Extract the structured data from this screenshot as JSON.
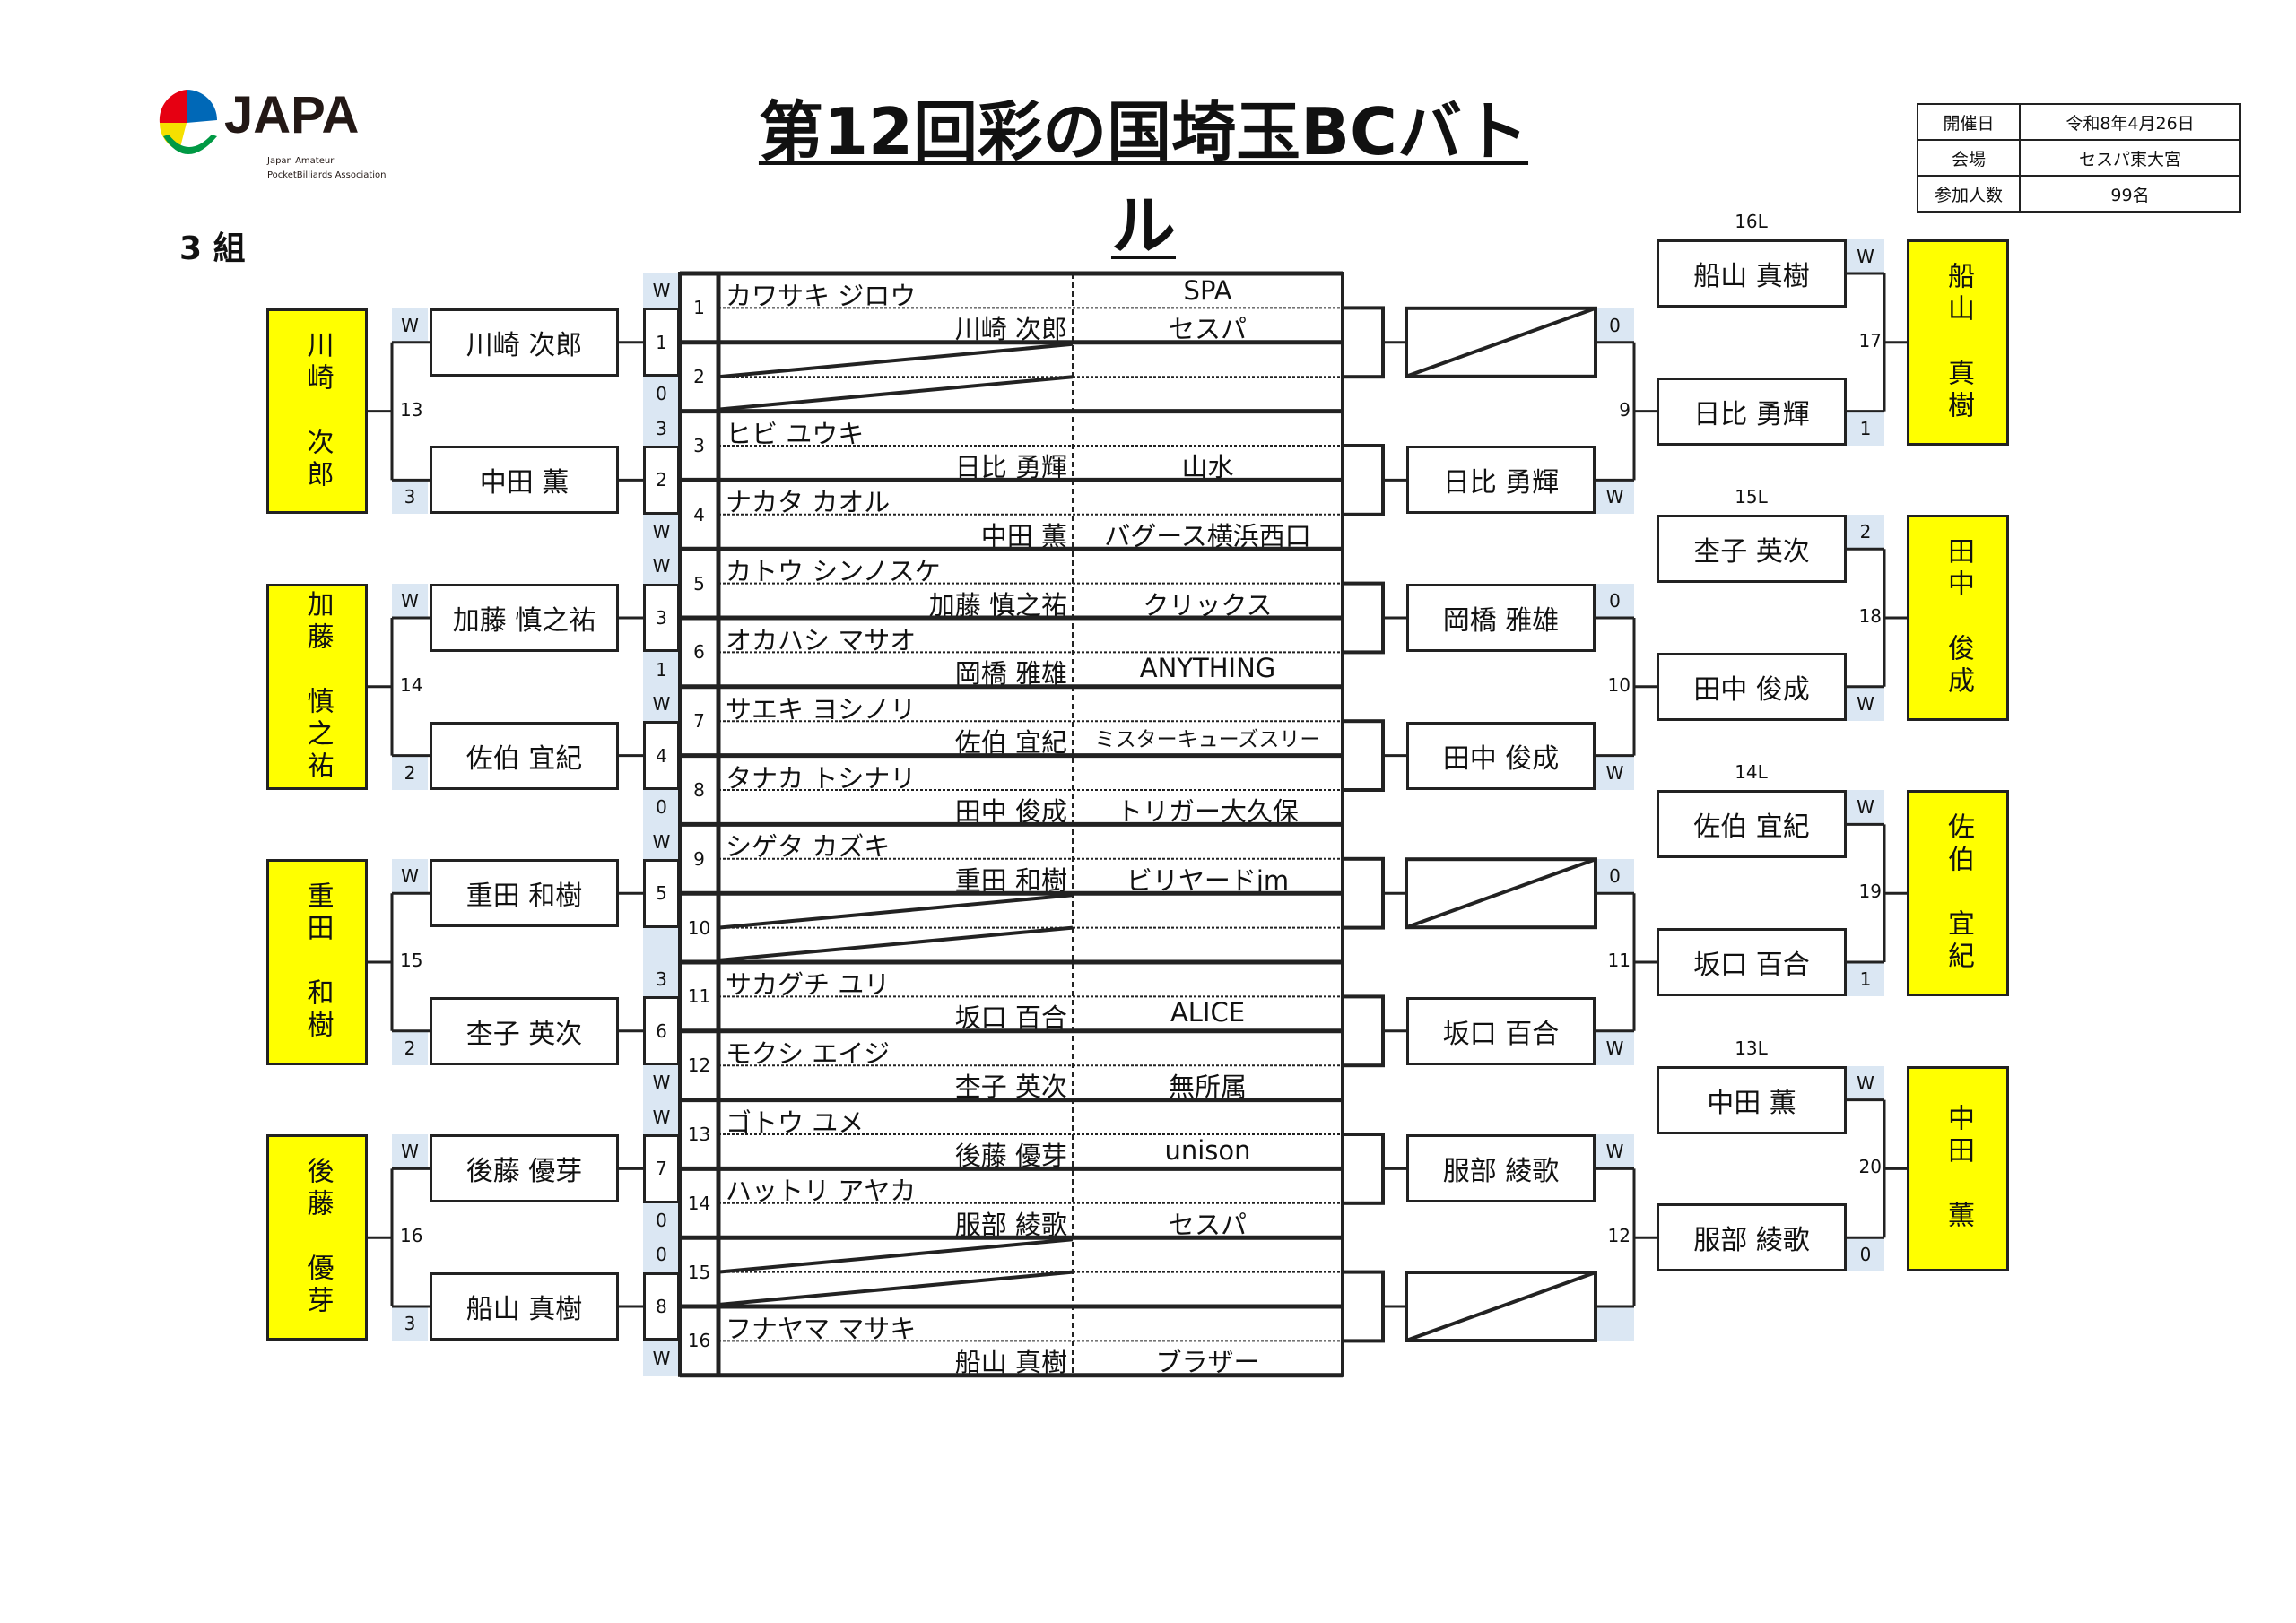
{
  "header": {
    "title": "第12回彩の国埼玉BCバトル",
    "group": "3 組",
    "logo_text": "JAPA",
    "logo_sub": [
      "Japan Amateur",
      "PocketBilliards Association"
    ],
    "info": [
      {
        "label": "開催日",
        "value": "令和8年4月26日"
      },
      {
        "label": "会場",
        "value": "セスパ東大宮"
      },
      {
        "label": "参加人数",
        "value": "99名"
      }
    ]
  },
  "colors": {
    "winner": "#ffff00",
    "score_cell": "#dbe7f3",
    "line": "#222222"
  },
  "slots": [
    {
      "no": "1",
      "kana": "カワサキ ジロウ",
      "name": "川崎 次郎",
      "club_top": "SPA",
      "club": "セスパ"
    },
    {
      "no": "2",
      "bye": true
    },
    {
      "no": "3",
      "kana": "ヒビ ユウキ",
      "name": "日比 勇輝",
      "club": "山水"
    },
    {
      "no": "4",
      "kana": "ナカタ カオル",
      "name": "中田 薫",
      "club": "バグース横浜西口"
    },
    {
      "no": "5",
      "kana": "カトウ シンノスケ",
      "name": "加藤 慎之祐",
      "club": "クリックス"
    },
    {
      "no": "6",
      "kana": "オカハシ マサオ",
      "name": "岡橋 雅雄",
      "club": "ANYTHING"
    },
    {
      "no": "7",
      "kana": "サエキ ヨシノリ",
      "name": "佐伯 宜紀",
      "club": "ミスターキューズスリー"
    },
    {
      "no": "8",
      "kana": "タナカ トシナリ",
      "name": "田中 俊成",
      "club": "トリガー大久保"
    },
    {
      "no": "9",
      "kana": "シゲタ カズキ",
      "name": "重田 和樹",
      "club": "ビリヤードjm"
    },
    {
      "no": "10",
      "bye": true
    },
    {
      "no": "11",
      "kana": "サカグチ ユリ",
      "name": "坂口 百合",
      "club": "ALICE"
    },
    {
      "no": "12",
      "kana": "モクシ エイジ",
      "name": "杢子 英次",
      "club": "無所属"
    },
    {
      "no": "13",
      "kana": "ゴトウ ユメ",
      "name": "後藤 優芽",
      "club": "unison"
    },
    {
      "no": "14",
      "kana": "ハットリ アヤカ",
      "name": "服部 綾歌",
      "club": "セスパ"
    },
    {
      "no": "15",
      "bye": true
    },
    {
      "no": "16",
      "kana": "フナヤマ マサキ",
      "name": "船山 真樹",
      "club": "ブラザー"
    }
  ],
  "round1": [
    {
      "match": "1",
      "top": "W",
      "bottom": "0"
    },
    {
      "match": "2",
      "top": "3",
      "bottom": "W"
    },
    {
      "match": "3",
      "top": "W",
      "bottom": "1"
    },
    {
      "match": "4",
      "top": "W",
      "bottom": "0"
    },
    {
      "match": "5",
      "top": "W",
      "bottom": ""
    },
    {
      "match": "6",
      "top": "3",
      "bottom": "W"
    },
    {
      "match": "7",
      "top": "W",
      "bottom": "0"
    },
    {
      "match": "8",
      "top": "0",
      "bottom": "W"
    }
  ],
  "winners_left": [
    {
      "match": "13",
      "top": {
        "name": "川崎 次郎",
        "score": "W"
      },
      "bottom": {
        "name": "中田 薫",
        "score": "3"
      },
      "winner": "川崎　次郎"
    },
    {
      "match": "14",
      "top": {
        "name": "加藤 慎之祐",
        "score": "W"
      },
      "bottom": {
        "name": "佐伯 宜紀",
        "score": "2"
      },
      "winner": "加藤　慎之祐"
    },
    {
      "match": "15",
      "top": {
        "name": "重田 和樹",
        "score": "W"
      },
      "bottom": {
        "name": "杢子 英次",
        "score": "2"
      },
      "winner": "重田　和樹"
    },
    {
      "match": "16",
      "top": {
        "name": "後藤 優芽",
        "score": "W"
      },
      "bottom": {
        "name": "船山 真樹",
        "score": "3"
      },
      "winner": "後藤　優芽"
    }
  ],
  "losers_r1": [
    {
      "match": "9",
      "top": {
        "name": "",
        "bye": true,
        "score": "0"
      },
      "bottom": {
        "name": "日比 勇輝",
        "score": "W"
      }
    },
    {
      "match": "10",
      "top": {
        "name": "岡橋 雅雄",
        "score": "0"
      },
      "bottom": {
        "name": "田中 俊成",
        "score": "W"
      }
    },
    {
      "match": "11",
      "top": {
        "name": "",
        "bye": true,
        "score": "0"
      },
      "bottom": {
        "name": "坂口 百合",
        "score": "W"
      }
    },
    {
      "match": "12",
      "top": {
        "name": "服部 綾歌",
        "score": "W"
      },
      "bottom": {
        "name": "",
        "bye": true,
        "score": ""
      }
    }
  ],
  "losers_final": [
    {
      "match": "17",
      "label": "16L",
      "top": {
        "name": "船山 真樹",
        "score": "W"
      },
      "bottom": {
        "name": "日比 勇輝",
        "score": "1"
      },
      "winner": "船山　真樹"
    },
    {
      "match": "18",
      "label": "15L",
      "top": {
        "name": "杢子 英次",
        "score": "2"
      },
      "bottom": {
        "name": "田中 俊成",
        "score": "W"
      },
      "winner": "田中　俊成"
    },
    {
      "match": "19",
      "label": "14L",
      "top": {
        "name": "佐伯 宜紀",
        "score": "W"
      },
      "bottom": {
        "name": "坂口 百合",
        "score": "1"
      },
      "winner": "佐伯　宜紀"
    },
    {
      "match": "20",
      "label": "13L",
      "top": {
        "name": "中田 薫",
        "score": "W"
      },
      "bottom": {
        "name": "服部 綾歌",
        "score": "0"
      },
      "winner": "中田　薫"
    }
  ]
}
